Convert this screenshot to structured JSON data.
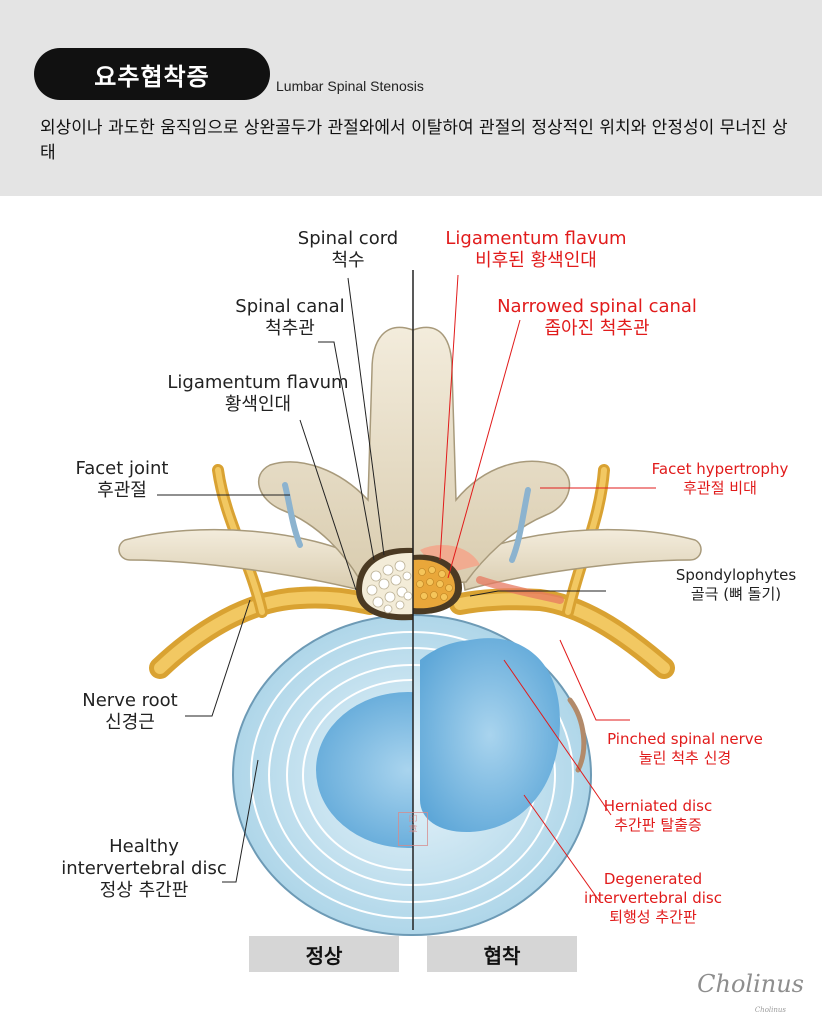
{
  "header": {
    "title": "요추협착증",
    "subtitle": "Lumbar Spinal Stenosis",
    "description": "외상이나 과도한 움직임으로 상완골두가 관절와에서 이탈하여 관절의 정상적인 위치와 안정성이 무너진 상태"
  },
  "labels_left": {
    "spinal_cord": {
      "en": "Spinal cord",
      "ko": "척수"
    },
    "spinal_canal": {
      "en": "Spinal canal",
      "ko": "척추관"
    },
    "ligamentum_flavum": {
      "en": "Ligamentum flavum",
      "ko": "황색인대"
    },
    "facet_joint": {
      "en": "Facet joint",
      "ko": "후관절"
    },
    "nerve_root": {
      "en": "Nerve root",
      "ko": "신경근"
    },
    "healthy_disc": {
      "en1": "Healthy",
      "en2": "intervertebral disc",
      "ko": "정상 추간판"
    }
  },
  "labels_right": {
    "ligamentum_flavum": {
      "en": "Ligamentum flavum",
      "ko": "비후된 황색인대"
    },
    "narrowed_canal": {
      "en": "Narrowed spinal canal",
      "ko": "좁아진 척추관"
    },
    "facet_hypertrophy": {
      "en": "Facet hypertrophy",
      "ko": "후관절 비대"
    },
    "spondylophytes": {
      "en": "Spondylophytes",
      "ko": "골극 (뼈 돌기)"
    },
    "pinched_nerve": {
      "en": "Pinched spinal nerve",
      "ko": "눌린 척추 신경"
    },
    "herniated_disc": {
      "en": "Herniated disc",
      "ko": "추간판 탈출증"
    },
    "degenerated_disc": {
      "en1": "Degenerated",
      "en2": "intervertebral disc",
      "ko": "퇴행성 추간판"
    }
  },
  "tags": {
    "normal": "정상",
    "stenosis": "협착"
  },
  "colors": {
    "red": "#e11b1b",
    "bone": "#efe6d2",
    "disc": "#bfe0ee",
    "nucleus": "#6fb3de",
    "nerve": "#e6b23d",
    "header_bg": "#e4e4e4"
  }
}
